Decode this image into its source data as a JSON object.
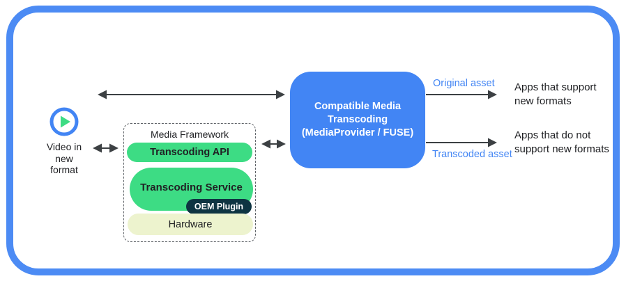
{
  "colors": {
    "frame_blue": "#4C8BF4",
    "transcoder_blue": "#4285F4",
    "android_green": "#3DDC84",
    "hardware_cream": "#EDF3CE",
    "oem_navy": "#0E3442",
    "arrow_gray": "#3C4043",
    "asset_label_blue": "#4285F4"
  },
  "source": {
    "icon": "play-icon",
    "label_lines": [
      "Video in",
      "new",
      "format"
    ]
  },
  "media_framework": {
    "title": "Media Framework",
    "api_label": "Transcoding API",
    "service_label": "Transcoding Service",
    "oem_label": "OEM Plugin",
    "hardware_label": "Hardware"
  },
  "transcoder": {
    "lines": [
      "Compatible Media",
      "Transcoding",
      "(MediaProvider / FUSE)"
    ]
  },
  "outputs": {
    "original": {
      "asset_label": "Original asset",
      "app_lines": [
        "Apps that support",
        "new formats"
      ]
    },
    "transcoded": {
      "asset_label": "Transcoded asset",
      "app_lines": [
        "Apps that do not",
        "support new formats"
      ]
    }
  }
}
